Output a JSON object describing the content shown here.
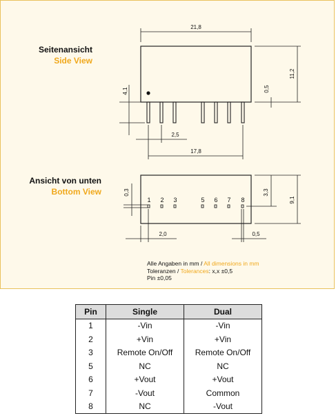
{
  "side_view": {
    "title_de": "Seitenansicht",
    "title_en": "Side View",
    "dim_length": "21,8",
    "dim_height": "11,2",
    "dim_pin_length": "4,1",
    "dim_standoff": "0,5",
    "dim_pitch": "2,5",
    "dim_pin_span": "17,8"
  },
  "bottom_view": {
    "title_de": "Ansicht von unten",
    "title_en": "Bottom View",
    "dim_row_offset": "0,3",
    "dim_pin_to_edge": "3,3",
    "dim_width": "9,1",
    "dim_edge_to_pin": "2,0",
    "dim_pin_diameter": "0,5",
    "pin_labels": [
      "1",
      "2",
      "3",
      "5",
      "6",
      "7",
      "8"
    ]
  },
  "notes": {
    "line1_de": "Alle Angaben in mm / ",
    "line1_en": "All dimensions in mm",
    "line2_de": "Toleranzen / ",
    "line2_en": "Tolerances",
    "line2_value": ": x,x ±0,5",
    "line3": "Pin ±0,05"
  },
  "pin_table": {
    "headers": [
      "Pin",
      "Single",
      "Dual"
    ],
    "rows": [
      [
        "1",
        "-Vin",
        "-Vin"
      ],
      [
        "2",
        "+Vin",
        "+Vin"
      ],
      [
        "3",
        "Remote On/Off",
        "Remote On/Off"
      ],
      [
        "5",
        "NC",
        "NC"
      ],
      [
        "6",
        "+Vout",
        "+Vout"
      ],
      [
        "7",
        "-Vout",
        "Common"
      ],
      [
        "8",
        "NC",
        "-Vout"
      ]
    ]
  }
}
